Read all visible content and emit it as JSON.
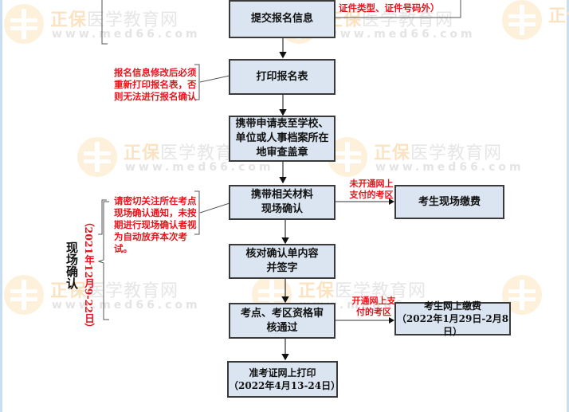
{
  "watermark": {
    "brand_main": "正保",
    "brand_sub": "医学教育网",
    "url": "www.med66.com"
  },
  "flow": {
    "submit_info": "提交报名信息",
    "print_form": "打印报名表",
    "stamp": "携带申请表至学校、单位或人事档案所在地审查盖章",
    "onsite_confirm": "携带相关材料现场确认",
    "verify_sign": "核对确认单内容并签字",
    "review_pass": "考点、考区资格审核通过",
    "pay_onsite": "考生现场缴费",
    "pay_online": "考生网上缴费",
    "pay_online_dates": "（2022年1月29日-2月8日）",
    "admit_card": "准考证网上打印",
    "admit_card_dates": "（2022年4月13-24日）"
  },
  "branch_labels": {
    "no_online_pay": "未开通网上支付的考区",
    "online_pay": "开通网上支付的考区"
  },
  "notes": {
    "top_partial": "证件类型、证件号码外）",
    "reprint": "报名信息修改后必须重新打印报名表，否则无法进行报名确认",
    "attention": "请密切关注所在考点现场确认通知，未按期进行现场确认者视为自动放弃本次考试。"
  },
  "phase": {
    "title": "现场确认",
    "dates": "（2021年12月9-22日）"
  },
  "colors": {
    "box_fill": "#dbe5f1",
    "note_red": "#e8141b",
    "edge_blue": "#c9def0"
  }
}
